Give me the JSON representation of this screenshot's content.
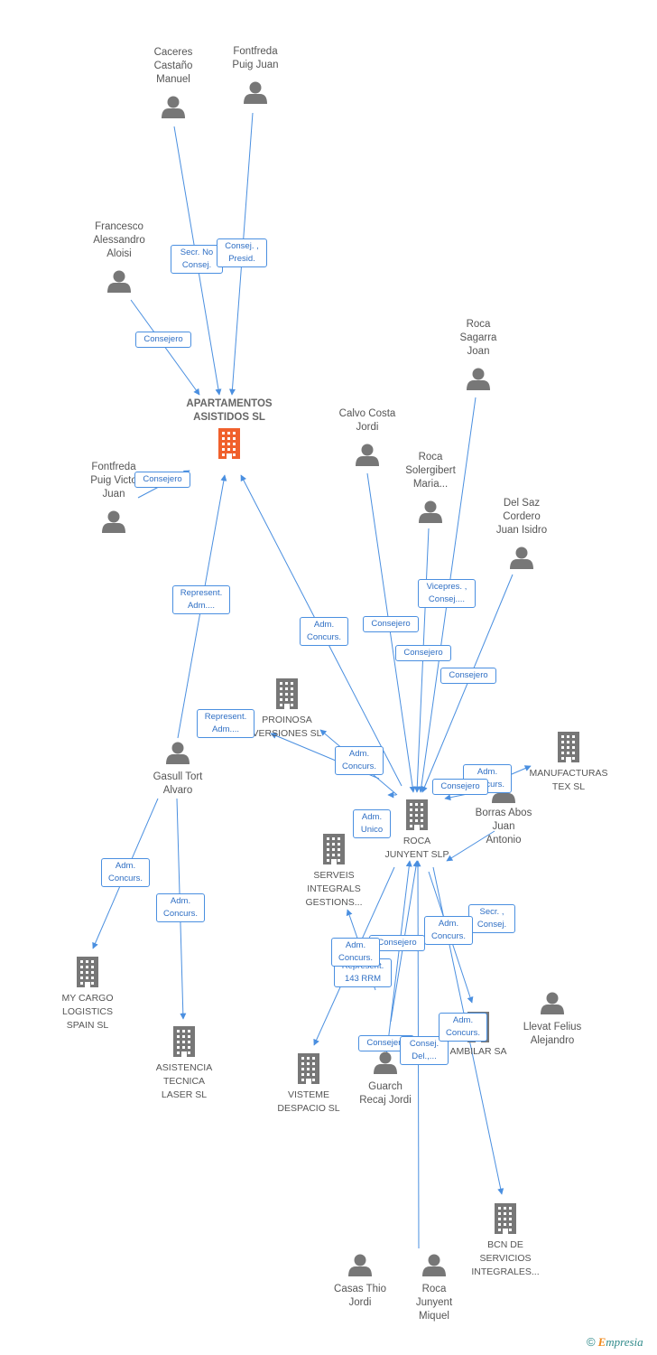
{
  "colors": {
    "edge": "#4a8fe0",
    "person": "#777777",
    "company": "#777777",
    "focus_company": "#f0602c"
  },
  "nodes": [
    {
      "id": "caceres",
      "type": "person",
      "label": "Caceres\nCastaño\nManuel"
    },
    {
      "id": "fontfreda_pj",
      "type": "person",
      "label": "Fontfreda\nPuig Juan"
    },
    {
      "id": "francesco",
      "type": "person",
      "label": "Francesco\nAlessandro\nAloisi"
    },
    {
      "id": "apartamentos",
      "type": "focus",
      "label": "APARTAMENTOS\nASISTIDOS SL"
    },
    {
      "id": "fontfreda_pv",
      "type": "person",
      "label": "Fontfreda\nPuig Victo\nJuan"
    },
    {
      "id": "roca_sagarra",
      "type": "person",
      "label": "Roca\nSagarra\nJoan"
    },
    {
      "id": "calvo",
      "type": "person",
      "label": "Calvo Costa\nJordi"
    },
    {
      "id": "roca_sol",
      "type": "person",
      "label": "Roca\nSolergibert\nMaria..."
    },
    {
      "id": "delsaz",
      "type": "person",
      "label": "Del Saz\nCordero\nJuan Isidro"
    },
    {
      "id": "proinosa",
      "type": "company",
      "label": "PROINOSA\nVERSIONES SL"
    },
    {
      "id": "manufacturas",
      "type": "company",
      "label": "MANUFACTURAS\nTEX SL"
    },
    {
      "id": "gasull",
      "type": "person",
      "label": "Gasull Tort\nAlvaro"
    },
    {
      "id": "roca_junyent_slp",
      "type": "company",
      "label": "ROCA\nJUNYENT SLP"
    },
    {
      "id": "borras",
      "type": "person",
      "label": "Borras Abos\nJuan\nAntonio"
    },
    {
      "id": "serveis",
      "type": "company",
      "label": "SERVEIS\nINTEGRALS\nGESTIONS..."
    },
    {
      "id": "mycargo",
      "type": "company",
      "label": "MY CARGO\nLOGISTICS\nSPAIN  SL"
    },
    {
      "id": "llevat",
      "type": "person",
      "label": "Llevat Felius\nAlejandro"
    },
    {
      "id": "asistencia",
      "type": "company",
      "label": "ASISTENCIA\nTECNICA\nLASER SL"
    },
    {
      "id": "visteme",
      "type": "company",
      "label": "VISTEME\nDESPACIO SL"
    },
    {
      "id": "guarch",
      "type": "person",
      "label": "Guarch\nRecaj Jordi"
    },
    {
      "id": "ambilar",
      "type": "company",
      "label": "AMBILAR SA"
    },
    {
      "id": "bcn",
      "type": "company",
      "label": "BCN DE\nSERVICIOS\nINTEGRALES..."
    },
    {
      "id": "casas",
      "type": "person",
      "label": "Casas Thio\nJordi"
    },
    {
      "id": "roca_miquel",
      "type": "person",
      "label": "Roca\nJunyent\nMiquel"
    }
  ],
  "edges": [
    {
      "label": "Secr.  No\nConsej."
    },
    {
      "label": "Consej. ,\nPresid."
    },
    {
      "label": "Consejero"
    },
    {
      "label": "Consejero"
    },
    {
      "label": "Represent.\nAdm...."
    },
    {
      "label": "Adm.\nConcurs."
    },
    {
      "label": "Vicepres. ,\nConsej...."
    },
    {
      "label": "Consejero"
    },
    {
      "label": "Consejero"
    },
    {
      "label": "Consejero"
    },
    {
      "label": "Represent.\nAdm...."
    },
    {
      "label": "Adm.\nConcurs."
    },
    {
      "label": "Adm.\nConcurs."
    },
    {
      "label": "Consejero"
    },
    {
      "label": "Adm.\nUnico"
    },
    {
      "label": "Adm.\nConcurs."
    },
    {
      "label": "Adm.\nConcurs."
    },
    {
      "label": "Secr. ,\nConsej."
    },
    {
      "label": "Adm.\nConcurs."
    },
    {
      "label": "Consejero"
    },
    {
      "label": "Represent.\n143 RRM"
    },
    {
      "label": "Adm.\nConcurs."
    },
    {
      "label": "Consejero"
    },
    {
      "label": "Consej.\nDel.,..."
    },
    {
      "label": "Adm.\nConcurs."
    }
  ],
  "footer": {
    "copyright": "©",
    "brand_e": "E",
    "brand_rest": "mpresia"
  }
}
